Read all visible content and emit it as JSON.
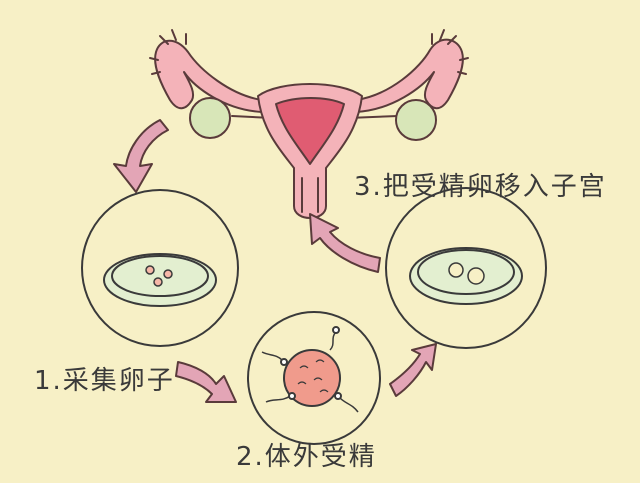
{
  "steps": [
    {
      "label": "1.采集卵子"
    },
    {
      "label": "2.体外受精"
    },
    {
      "label": "3.把受精卵移入子宫"
    }
  ],
  "colors": {
    "background": "#f7f0c6",
    "uterus_fill": "#f4b3b9",
    "uterus_inner": "#e05c72",
    "ovary_fill": "#d8e6b8",
    "arrow_fill": "#e3a5b6",
    "dish_fill": "#e3efd0",
    "egg_fill": "#f6b7a8",
    "embryo_fill": "#f09b8c"
  }
}
